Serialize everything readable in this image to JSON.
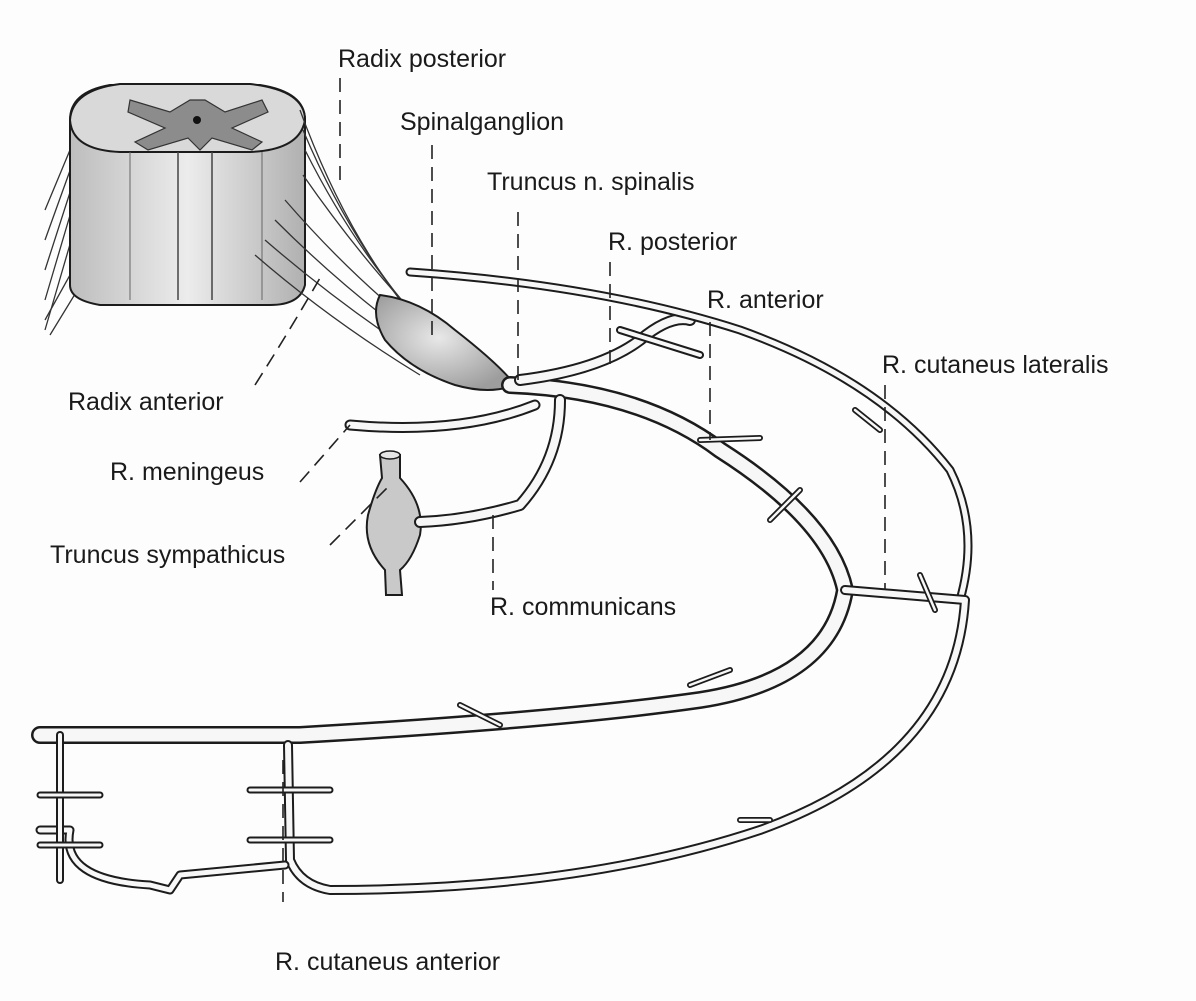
{
  "labels": {
    "radix_posterior": "Radix posterior",
    "spinalganglion": "Spinalganglion",
    "truncus_n_spinalis": "Truncus n. spinalis",
    "r_posterior": "R. posterior",
    "r_anterior": "R. anterior",
    "r_cutaneus_lateralis": "R. cutaneus lateralis",
    "radix_anterior": "Radix anterior",
    "r_meningeus": "R. meningeus",
    "truncus_sympathicus": "Truncus sympathicus",
    "r_communicans": "R. communicans",
    "r_cutaneus_anterior": "R. cutaneus anterior"
  },
  "colors": {
    "ink": "#1c1c1c",
    "nerve_fill": "#f7f7f7",
    "cord_white_matter": "#d9d9d9",
    "cord_grey_matter": "#8c8c8c",
    "ganglion": "#c9c9c9",
    "paper": "#fdfdfd"
  }
}
